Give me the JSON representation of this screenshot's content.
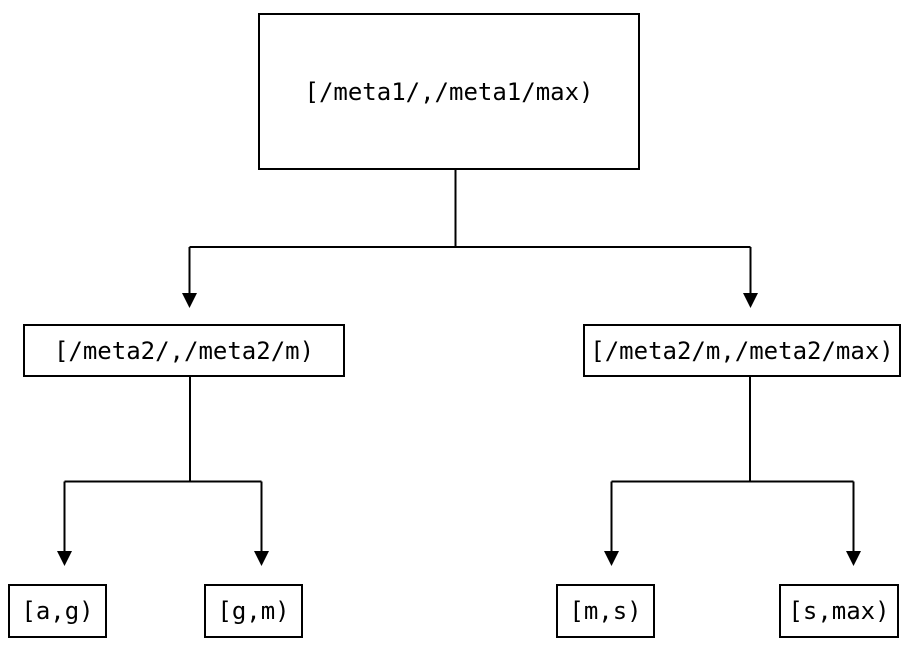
{
  "diagram": {
    "type": "tree",
    "root": {
      "label": "[/meta1/,/meta1/max)"
    },
    "children": [
      {
        "label": "[/meta2/,/meta2/m)"
      },
      {
        "label": "[/meta2/m,/meta2/max)"
      }
    ],
    "leaves": [
      {
        "label": "[a,g)"
      },
      {
        "label": "[g,m)"
      },
      {
        "label": "[m,s)"
      },
      {
        "label": "[s,max)"
      }
    ],
    "colors": {
      "line": "#000000",
      "box_border": "#000000",
      "text": "#000000",
      "background": "#ffffff"
    }
  }
}
